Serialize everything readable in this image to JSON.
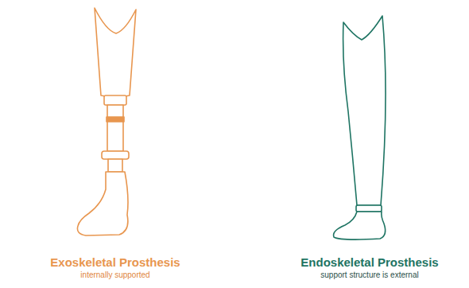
{
  "diagram": {
    "labels": [
      "Exoskeletal Prosthesis",
      "internally supported",
      "Endoskeletal Prosthesis",
      "support structure is external"
    ]
  }
}
